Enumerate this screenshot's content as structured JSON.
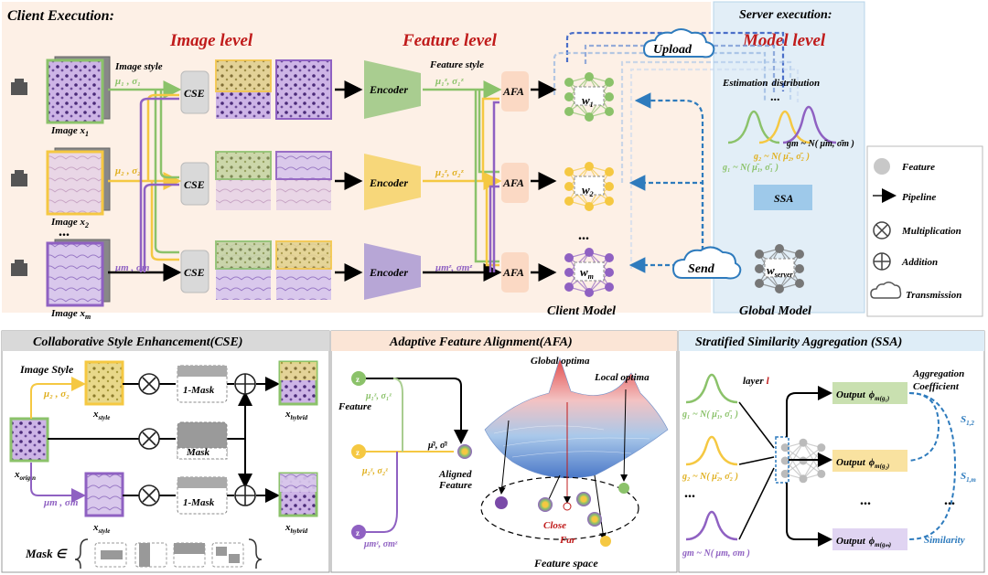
{
  "top": {
    "client_execution": "Client Execution:",
    "server_execution": "Server execution:",
    "image_level": "Image level",
    "feature_level": "Feature level",
    "model_level": "Model level",
    "image_style": "Image style",
    "feature_style": "Feature style",
    "upload": "Upload",
    "send": "Send",
    "client_model": "Client Model",
    "global_model": "Global Model",
    "estimation": "Estimation",
    "distribution": "distribution",
    "cse": "CSE",
    "afa": "AFA",
    "encoder": "Encoder",
    "ssa": "SSA",
    "w1": "w",
    "w1_sub": "1",
    "w2": "w",
    "w2_sub": "2",
    "wm": "w",
    "wm_sub": "m",
    "wserver": "w",
    "wserver_sub": "server",
    "dots": "...",
    "clients": [
      {
        "image_label": "Image x",
        "image_sub": "1",
        "style": "μ₁ , σ₁",
        "feat_style": "μ₁ᶻ, σ₁ᶻ"
      },
      {
        "image_label": "Image x",
        "image_sub": "2",
        "style": "μ₂ , σ₂",
        "feat_style": "μ₂ᶻ, σ₂ᶻ"
      },
      {
        "image_label": "Image x",
        "image_sub": "m",
        "style": "μm , σm",
        "feat_style": "μmᶻ, σmᶻ"
      }
    ],
    "dist_labels": {
      "gm": "gm ~ N( μ̄m, σ̄m )",
      "g2": "g₂ ~ N( μ̄₂, σ̄₂ )",
      "g1": "g₁ ~ N( μ̄₁, σ̄₁ )"
    }
  },
  "legend": {
    "feature": "Feature",
    "pipeline": "Pipeline",
    "multiplication": "Multiplication",
    "addition": "Addition",
    "transmission": "Transmission"
  },
  "cse_panel": {
    "title": "Collaborative Style Enhancement(CSE)",
    "image_style": "Image Style",
    "style_top": "μ₂ , σ₂",
    "style_bottom": "μm , σm",
    "x_style": "x",
    "x_style_sub": "style",
    "x_origin": "x",
    "x_origin_sub": "origin",
    "x_hybrid": "x",
    "x_hybrid_sub": "hybrid",
    "one_mask": "1-Mask",
    "mask": "Mask",
    "mask_set": "Mask ∈"
  },
  "afa_panel": {
    "title": "Adaptive Feature Alignment(AFA)",
    "global_optima": "Global optima",
    "local_optima": "Local optima",
    "feature": "Feature",
    "aligned1": "Aligned",
    "aligned2": "Feature",
    "close": "Close",
    "far": "Far",
    "feature_space": "Feature space",
    "z1": "z",
    "z2": "z",
    "zm": "z",
    "stats1": "μ₁ᶻ, σ₁ᶻ",
    "stats2": "μ₂ᶻ, σ₂ᶻ",
    "statsm": "μmᶻ, σmᶻ",
    "stats_bar": "μ̄ᶻ, σ̄ᶻ"
  },
  "ssa_panel": {
    "title": "Stratified Similarity Aggregation (SSA)",
    "layer": "layer",
    "layer_l": "l",
    "aggregation": "Aggregation",
    "coefficient": "Coefficient",
    "output1": "Output",
    "output2": "Output",
    "outputm": "Output",
    "phi1": "ϕ",
    "phi1_sub": "m(g₁)",
    "phi2": "ϕ",
    "phi2_sub": "m(g₂)",
    "phim": "ϕ",
    "phim_sub": "m(gₘ)",
    "s12": "S",
    "s12_sub": "1,2",
    "s1m": "S",
    "s1m_sub": "1,m",
    "similarity": "Similarity",
    "g1": "g₁ ~ N( μ̄₁, σ̄₁ )",
    "g2": "g₂ ~ N( μ̄₂, σ̄₂ )",
    "gm": "gm ~ N( μm, σm )",
    "dots": "...",
    "dots2": "..."
  },
  "colors": {
    "green": "#8bc26a",
    "yellow": "#f5c842",
    "purple": "#8f61c2",
    "blue": "#2e7bbd",
    "red": "#c01b1b",
    "peach": "#fbe5d6",
    "lightblue": "#deedf7"
  }
}
